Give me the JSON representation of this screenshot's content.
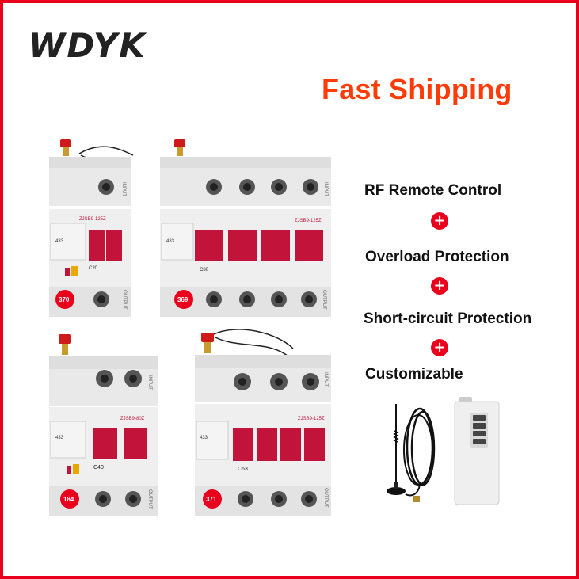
{
  "brand": {
    "logo_text": "WDYK"
  },
  "headline": "Fast Shipping",
  "features": [
    "RF Remote Control",
    "Overload Protection",
    "Short-circuit Protection",
    "Customizable"
  ],
  "plus_symbol": "+",
  "colors": {
    "border": "#e8001c",
    "headline": "#ff3b08",
    "breaker_red": "#c2133a",
    "housing": "#e6e6e6"
  },
  "breakers": [
    {
      "model": "ZJSB9-125Z",
      "rating": "C20",
      "freq_label": "433",
      "badge": "370",
      "input_label": "INPUT",
      "output_label": "OUTPUT"
    },
    {
      "model": "ZJSB9-125Z",
      "rating": "C80",
      "freq_label": "433",
      "badge": "369",
      "input_label": "INPUT",
      "output_label": "OUTPUT"
    },
    {
      "model": "ZJSB9-80Z",
      "rating": "C40",
      "freq_label": "433",
      "badge": "184",
      "input_label": "INPUT",
      "output_label": "OUTPUT"
    },
    {
      "model": "ZJSB9-125Z",
      "rating": "C63",
      "freq_label": "433",
      "badge": "371",
      "input_label": "INPUT",
      "output_label": "OUTPUT"
    }
  ]
}
